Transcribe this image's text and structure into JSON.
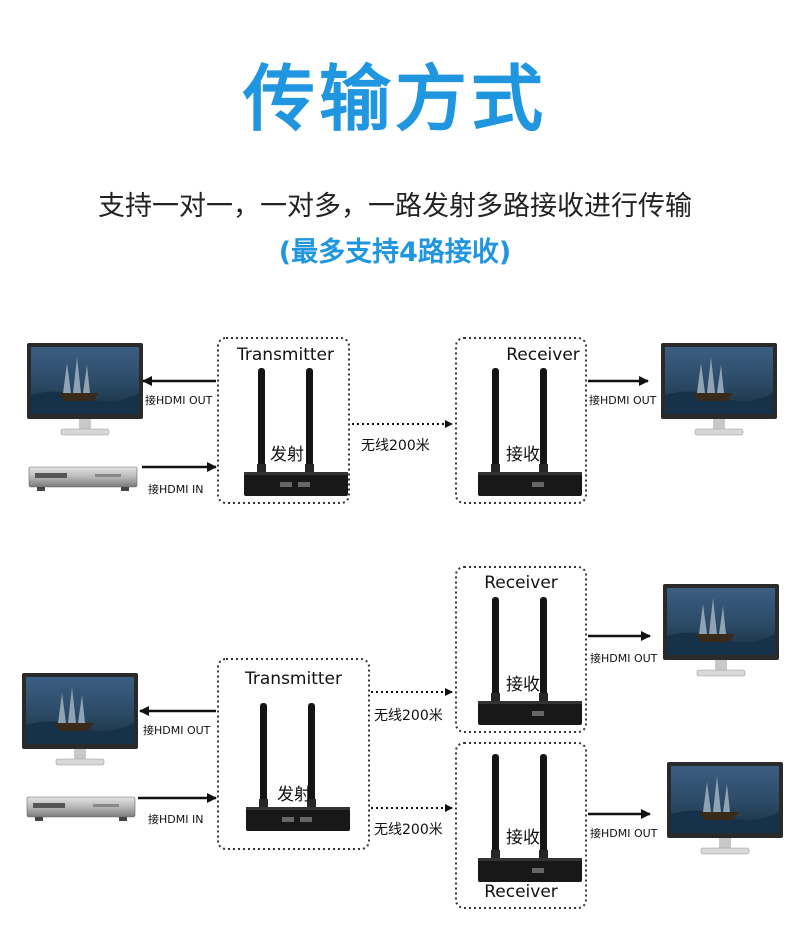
{
  "title": "传输方式",
  "subtitle": "支持一对一，一对多，一路发射多路接收进行传输",
  "note": "(最多支持4路接收)",
  "labels": {
    "transmitter": "Transmitter",
    "receiver": "Receiver",
    "tx_device": "发射",
    "rx_device": "接收",
    "hdmi_out": "接HDMI OUT",
    "hdmi_in": "接HDMI IN",
    "wireless": "无线200米"
  }
}
